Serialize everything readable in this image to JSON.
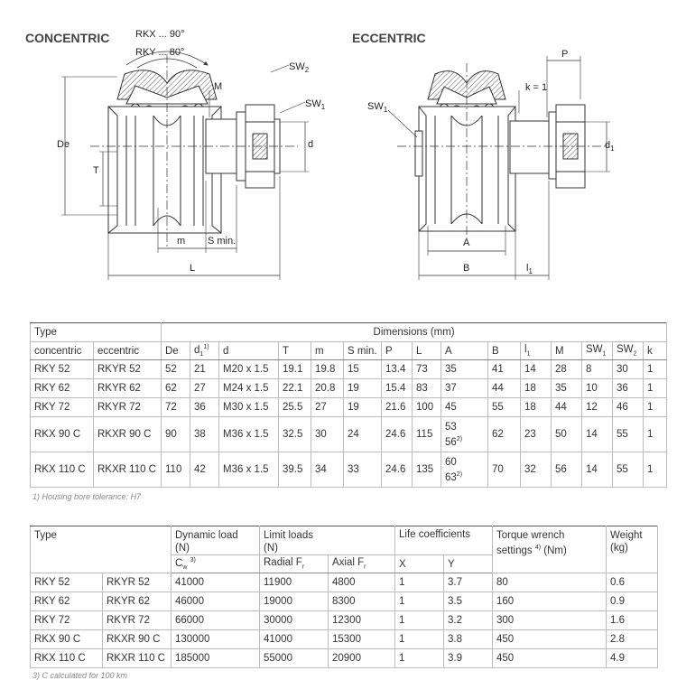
{
  "drawing": {
    "concentric_title": "CONCENTRIC",
    "eccentric_title": "ECCENTRIC",
    "angle_rkx": "RKX ... 90°",
    "angle_rky": "RKY ... 80°",
    "labels": {
      "De": "De",
      "T": "T",
      "M": "M",
      "SW2": "SW",
      "SW2_sub": "2",
      "SW1": "SW",
      "SW1_sub": "1",
      "d": "d",
      "m": "m",
      "Smin": "S min.",
      "L": "L",
      "P": "P",
      "k": "k = 1",
      "d1": "d",
      "d1_sub": "1",
      "A": "A",
      "B": "B",
      "l1": "l",
      "l1_sub": "1"
    }
  },
  "table1": {
    "type_header": "Type",
    "dimensions_header": "Dimensions (mm)",
    "col_concentric": "concentric",
    "col_eccentric": "eccentric",
    "columns": [
      {
        "label": "De",
        "sub": "",
        "sup": ""
      },
      {
        "label": "d",
        "sub": "1",
        "sup": "1)"
      },
      {
        "label": "d",
        "sub": "",
        "sup": ""
      },
      {
        "label": "T",
        "sub": "",
        "sup": ""
      },
      {
        "label": "m",
        "sub": "",
        "sup": ""
      },
      {
        "label": "S min.",
        "sub": "",
        "sup": ""
      },
      {
        "label": "P",
        "sub": "",
        "sup": ""
      },
      {
        "label": "L",
        "sub": "",
        "sup": ""
      },
      {
        "label": "A",
        "sub": "",
        "sup": ""
      },
      {
        "label": "B",
        "sub": "",
        "sup": ""
      },
      {
        "label": "l",
        "sub": "1",
        "sup": ""
      },
      {
        "label": "M",
        "sub": "",
        "sup": ""
      },
      {
        "label": "SW",
        "sub": "1",
        "sup": ""
      },
      {
        "label": "SW",
        "sub": "2",
        "sup": ""
      },
      {
        "label": "k",
        "sub": "",
        "sup": ""
      }
    ],
    "rows": [
      {
        "concentric": "RKY 52",
        "eccentric": "RKYR 52",
        "De": "52",
        "d1": "21",
        "d": "M20 x 1.5",
        "T": "19.1",
        "m": "19.8",
        "Smin": "15",
        "P": "13.4",
        "L": "73",
        "A": "35",
        "A2": "",
        "B": "41",
        "l1": "14",
        "M": "28",
        "SW1": "8",
        "SW2": "30",
        "k": "1"
      },
      {
        "concentric": "RKY 62",
        "eccentric": "RKYR 62",
        "De": "62",
        "d1": "27",
        "d": "M24 x 1.5",
        "T": "22.1",
        "m": "20.8",
        "Smin": "19",
        "P": "15.4",
        "L": "83",
        "A": "37",
        "A2": "",
        "B": "44",
        "l1": "18",
        "M": "35",
        "SW1": "10",
        "SW2": "36",
        "k": "1"
      },
      {
        "concentric": "RKY 72",
        "eccentric": "RKYR 72",
        "De": "72",
        "d1": "36",
        "d": "M30 x 1.5",
        "T": "25.5",
        "m": "27",
        "Smin": "19",
        "P": "21.6",
        "L": "100",
        "A": "45",
        "A2": "",
        "B": "55",
        "l1": "18",
        "M": "44",
        "SW1": "12",
        "SW2": "46",
        "k": "1"
      },
      {
        "concentric": "RKX 90 C",
        "eccentric": "RKXR 90 C",
        "De": "90",
        "d1": "38",
        "d": "M36 x 1.5",
        "T": "32.5",
        "m": "30",
        "Smin": "24",
        "P": "24.6",
        "L": "115",
        "A": "53",
        "A2": "56",
        "B": "62",
        "l1": "23",
        "M": "50",
        "SW1": "14",
        "SW2": "55",
        "k": "1"
      },
      {
        "concentric": "RKX 110 C",
        "eccentric": "RKXR 110 C",
        "De": "110",
        "d1": "42",
        "d": "M36 x 1.5",
        "T": "39.5",
        "m": "34",
        "Smin": "33",
        "P": "24.6",
        "L": "135",
        "A": "60",
        "A2": "63",
        "B": "70",
        "l1": "32",
        "M": "56",
        "SW1": "14",
        "SW2": "55",
        "k": "1"
      }
    ],
    "a2_sup": "2)",
    "footnote": "1) Housing bore tolerance: H7"
  },
  "table2": {
    "type_header": "Type",
    "dynamic_load": "Dynamic load",
    "dynamic_unit": "(N)",
    "limit_loads": "Limit loads",
    "limit_unit": "(N)",
    "life_coeff": "Life coefficients",
    "torque": "Torque wrench",
    "torque2": "settings",
    "torque_sup": "4)",
    "torque_unit": "(Nm)",
    "weight": "Weight",
    "weight_unit": "(kg)",
    "cw": "C",
    "cw_sub": "w",
    "cw_sup": "3)",
    "radial": "Radial F",
    "radial_sub": "r",
    "axial": "Axial F",
    "axial_sub": "r",
    "x": "X",
    "y": "Y",
    "rows": [
      {
        "concentric": "RKY 52",
        "eccentric": "RKYR 52",
        "cw": "41000",
        "radial": "11900",
        "axial": "4800",
        "x": "1",
        "y": "3.7",
        "torque": "80",
        "weight": "0.6"
      },
      {
        "concentric": "RKY 62",
        "eccentric": "RKYR 62",
        "cw": "46000",
        "radial": "19000",
        "axial": "8300",
        "x": "1",
        "y": "3.5",
        "torque": "160",
        "weight": "0.9"
      },
      {
        "concentric": "RKY 72",
        "eccentric": "RKYR 72",
        "cw": "66000",
        "radial": "30000",
        "axial": "12300",
        "x": "1",
        "y": "3.2",
        "torque": "300",
        "weight": "1.6"
      },
      {
        "concentric": "RKX 90 C",
        "eccentric": "RKXR 90 C",
        "cw": "130000",
        "radial": "41000",
        "axial": "15300",
        "x": "1",
        "y": "3.8",
        "torque": "450",
        "weight": "2.8"
      },
      {
        "concentric": "RKX 110 C",
        "eccentric": "RKXR 110 C",
        "cw": "185000",
        "radial": "55000",
        "axial": "20900",
        "x": "1",
        "y": "3.9",
        "torque": "450",
        "weight": "4.9"
      }
    ],
    "footnote": "3) C   calculated for 100 km"
  }
}
